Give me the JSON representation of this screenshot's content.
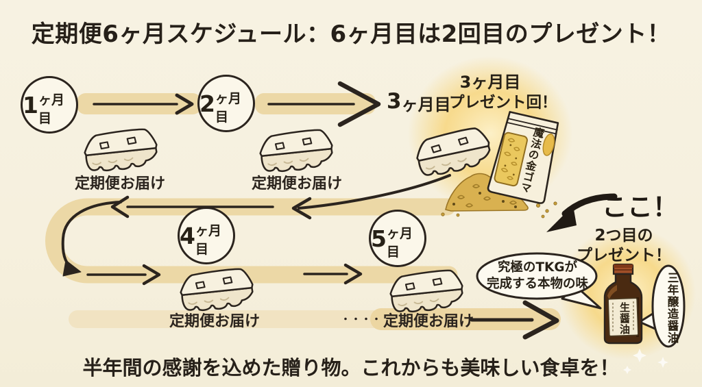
{
  "title": "定期便6ヶ月スケジュール：6ヶ月目は2回目のプレゼント！",
  "footer": "半年間の感謝を込めた贈り物。これからも美味しい食卓を！",
  "schedule": {
    "month1": {
      "num": "1",
      "suffix": "ヶ月目"
    },
    "month2": {
      "num": "2",
      "suffix": "ヶ月目"
    },
    "month3": {
      "num": "3",
      "suffix": "ヶ月目"
    },
    "month4": {
      "num": "4",
      "suffix": "ヶ月目"
    },
    "month5": {
      "num": "5",
      "suffix": "ヶ月目"
    },
    "delivery_label": "定期便お届け",
    "ellipsis_dots": "・・・・"
  },
  "present_month3": {
    "highlight_line1": "3ヶ月目",
    "highlight_line2": "プレゼント回！",
    "sesame_bag_label": "魔法の金ゴマ"
  },
  "present_month6": {
    "here_label": "ここ！",
    "title_line1": "2つ目の",
    "title_line2": "プレゼント！",
    "bottle_label": "生醤油",
    "aging_bubble_label": "三年醸造醤油",
    "tkg_bubble_line1": "究極のTKGが",
    "tkg_bubble_line2": "完成する本物の味"
  },
  "colors": {
    "background": "#f6f1e0",
    "band": "#ecd8a6",
    "band_light": "#f0e1bd",
    "ink": "#2b241e",
    "glow": "#f7d67e",
    "sesame": "#d9b150",
    "bottle_liquid": "#4a2a11",
    "label_cream": "#f3ebd4"
  }
}
